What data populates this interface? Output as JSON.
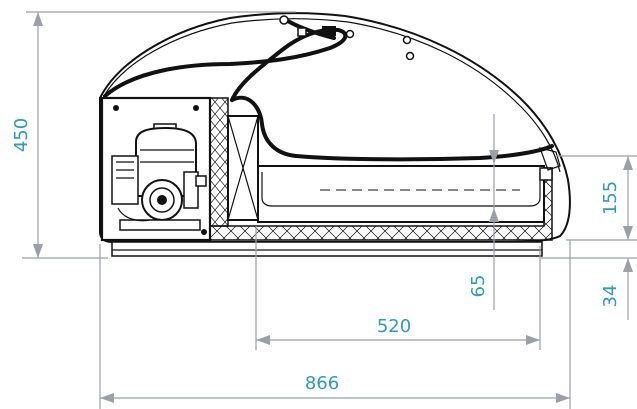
{
  "dimensions": {
    "height_total": "450",
    "height_right": "155",
    "height_base": "34",
    "inner_offset": "65",
    "inner_width": "520",
    "total_width": "866"
  },
  "colors": {
    "dimension_text": "#2f9bb4",
    "dimension_line": "#9aa0a6",
    "drawing_line": "#111111"
  }
}
